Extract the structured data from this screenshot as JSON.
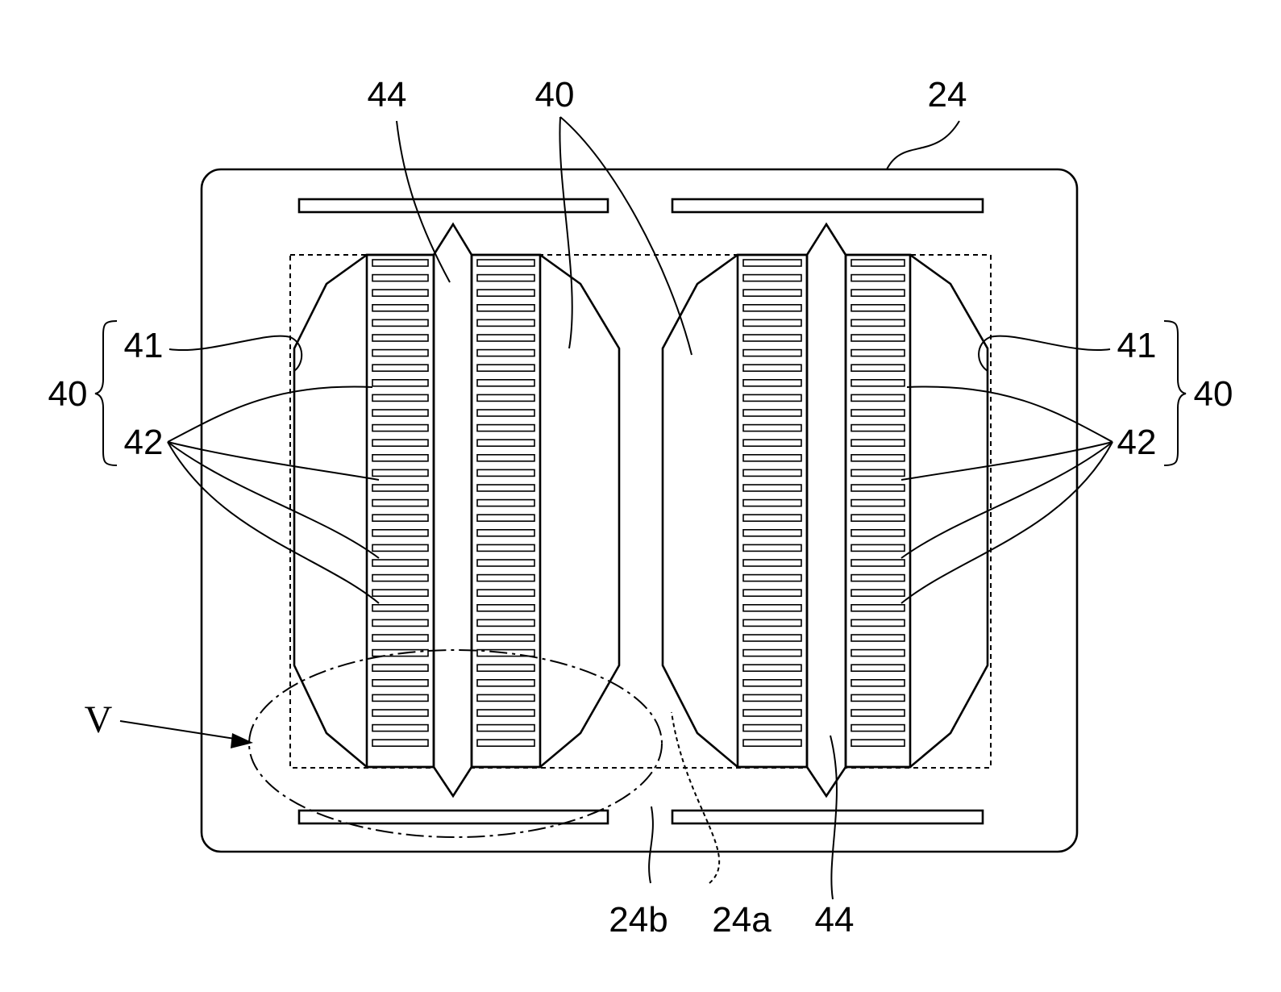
{
  "figure": {
    "labels": {
      "substrate": "24",
      "slit_region": "24a",
      "slit_line": "24b",
      "detail_view": "V",
      "element_top": "40",
      "element_left_group": "40",
      "element_right_group": "40",
      "side_left": "41",
      "side_right": "41",
      "fingers_left": "42",
      "fingers_right": "42",
      "gap_top": "44",
      "gap_bottom": "44"
    }
  }
}
